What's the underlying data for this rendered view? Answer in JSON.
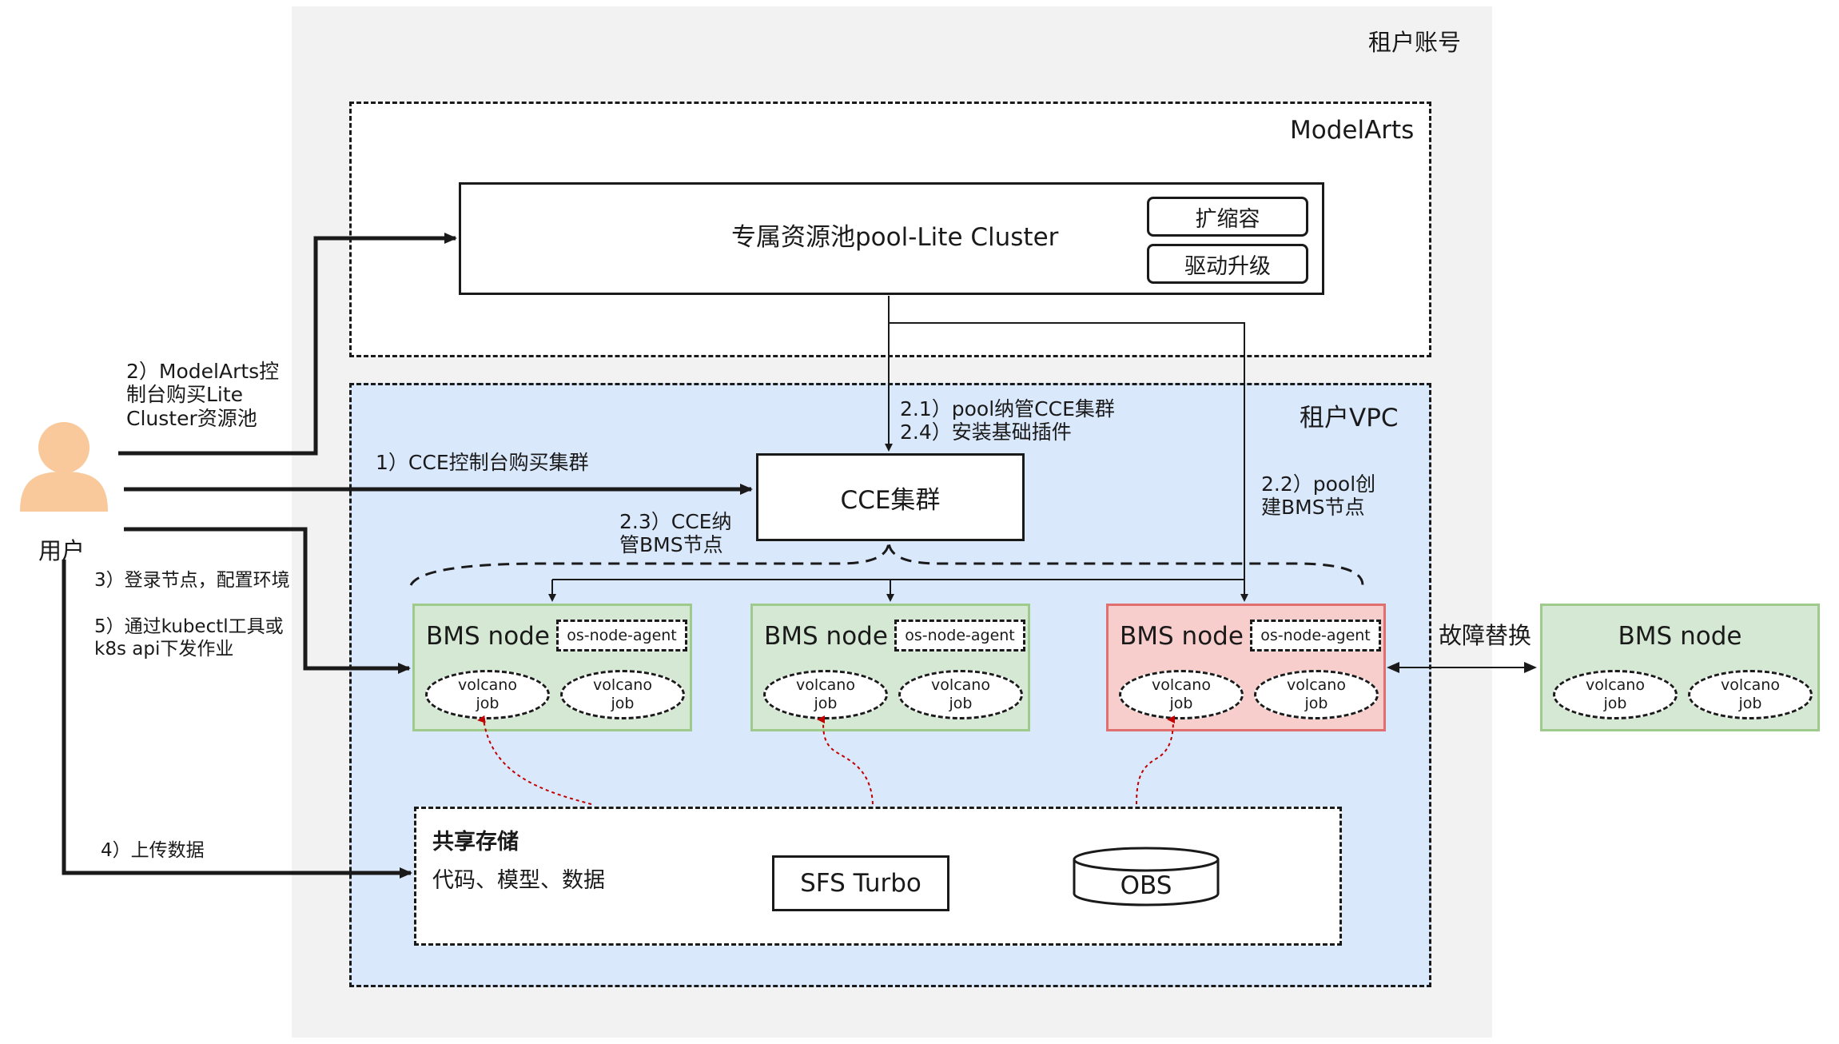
{
  "tenant_account": {
    "label": "租户账号"
  },
  "modelarts": {
    "label": "ModelArts",
    "pool": {
      "title": "专属资源池pool-Lite Cluster",
      "scale_button": "扩缩容",
      "driver_button": "驱动升级"
    }
  },
  "vpc": {
    "label": "租户VPC",
    "cce_cluster": "CCE集群",
    "bms_nodes": [
      {
        "title": "BMS node",
        "agent": "os-node-agent",
        "job1": "volcano\njob",
        "job2": "volcano\njob"
      },
      {
        "title": "BMS node",
        "agent": "os-node-agent",
        "job1": "volcano\njob",
        "job2": "volcano\njob"
      },
      {
        "title": "BMS node",
        "agent": "os-node-agent",
        "job1": "volcano\njob",
        "job2": "volcano\njob"
      }
    ],
    "shared_storage": {
      "title": "共享存储",
      "subtitle": "代码、模型、数据",
      "sfs": "SFS Turbo",
      "obs": "OBS"
    }
  },
  "external_bms": {
    "title": "BMS node",
    "job1": "volcano\njob",
    "job2": "volcano\njob"
  },
  "fault_replace": "故障替换",
  "user": {
    "label": "用户"
  },
  "steps": {
    "s1": "1）CCE控制台购买集群",
    "s2": "2）ModelArts控\n制台购买Lite\nCluster资源池",
    "s2_1": "2.1）pool纳管CCE集群",
    "s2_4": "2.4）安装基础插件",
    "s2_2": "2.2）pool创\n建BMS节点",
    "s2_3": "2.3）CCE纳\n管BMS节点",
    "s3": "3）登录节点，配置环境",
    "s5": "5）通过kubectl工具或\nk8s api下发作业",
    "s4": "4）上传数据"
  },
  "colors": {
    "tenant_bg": "#f2f2f2",
    "vpc_bg": "#dae8fc",
    "bms_green": "#d5e8d4",
    "bms_fault": "#f8cecc",
    "user_icon": "#f9c89b",
    "storage_link": "#c00000"
  }
}
